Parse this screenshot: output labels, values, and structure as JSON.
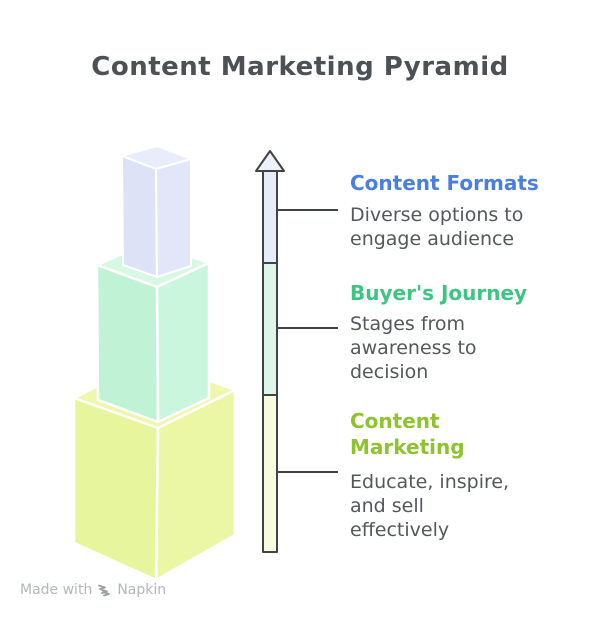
{
  "title": "Content Marketing Pyramid",
  "colors": {
    "title_text": "#4c5156",
    "body_text": "#54585c",
    "outline": "#3f4447",
    "blue_accent": "#4a7fe0",
    "green_accent": "#3ec584",
    "olive_accent": "#8ec32f",
    "lavender_top": "#e9edfb",
    "lavender_left": "#dde2f7",
    "lavender_right": "#e1e6f9",
    "mint_top": "#d7f8e3",
    "mint_left": "#c0f2d5",
    "mint_right": "#c9f6dd",
    "yellow_top": "#eef7ac",
    "yellow_left": "#e7f59c",
    "yellow_right": "#ebf7a4",
    "arrow_seg_top": "#e8ecf8",
    "arrow_seg_mid": "#def6e7",
    "arrow_seg_bottom": "#f8fbdf",
    "arrow_head_fill": "#eef1fa",
    "watermark_text": "#b3b7bb",
    "watermark_icon": "#9ba1a6"
  },
  "sections": [
    {
      "heading": "Content Formats",
      "body": "Diverse options to\nengage audience"
    },
    {
      "heading": "Buyer's Journey",
      "body": "Stages from\nawareness to\ndecision"
    },
    {
      "heading": "Content\nMarketing",
      "body": "Educate, inspire,\nand sell\neffectively"
    }
  ],
  "watermark": {
    "prefix": "Made with",
    "brand": "Napkin"
  }
}
